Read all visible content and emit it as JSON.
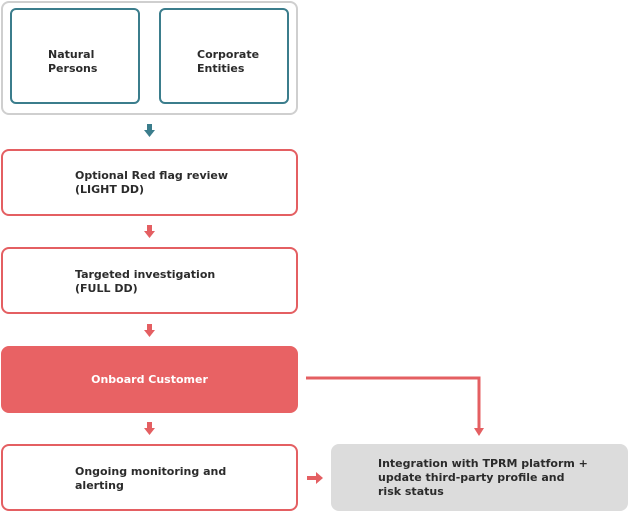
{
  "entity_group": {
    "items": [
      {
        "label": "Natural\nPersons"
      },
      {
        "label": "Corporate\nEntities"
      }
    ]
  },
  "steps": [
    {
      "label": "Optional Red flag review\n(LIGHT DD)"
    },
    {
      "label": "Targeted investigation\n(FULL DD)"
    },
    {
      "label": "Onboard Customer"
    },
    {
      "label": "Ongoing monitoring and\nalerting"
    }
  ],
  "integration": {
    "label": "Integration with TPRM platform +\nupdate third-party profile and\nrisk status"
  },
  "colors": {
    "teal": "#3b7d8c",
    "coral": "#e45f62",
    "coral_fill": "#e86264",
    "grey_fill": "#dcdcdc",
    "grey_border": "#cfcfcf"
  }
}
